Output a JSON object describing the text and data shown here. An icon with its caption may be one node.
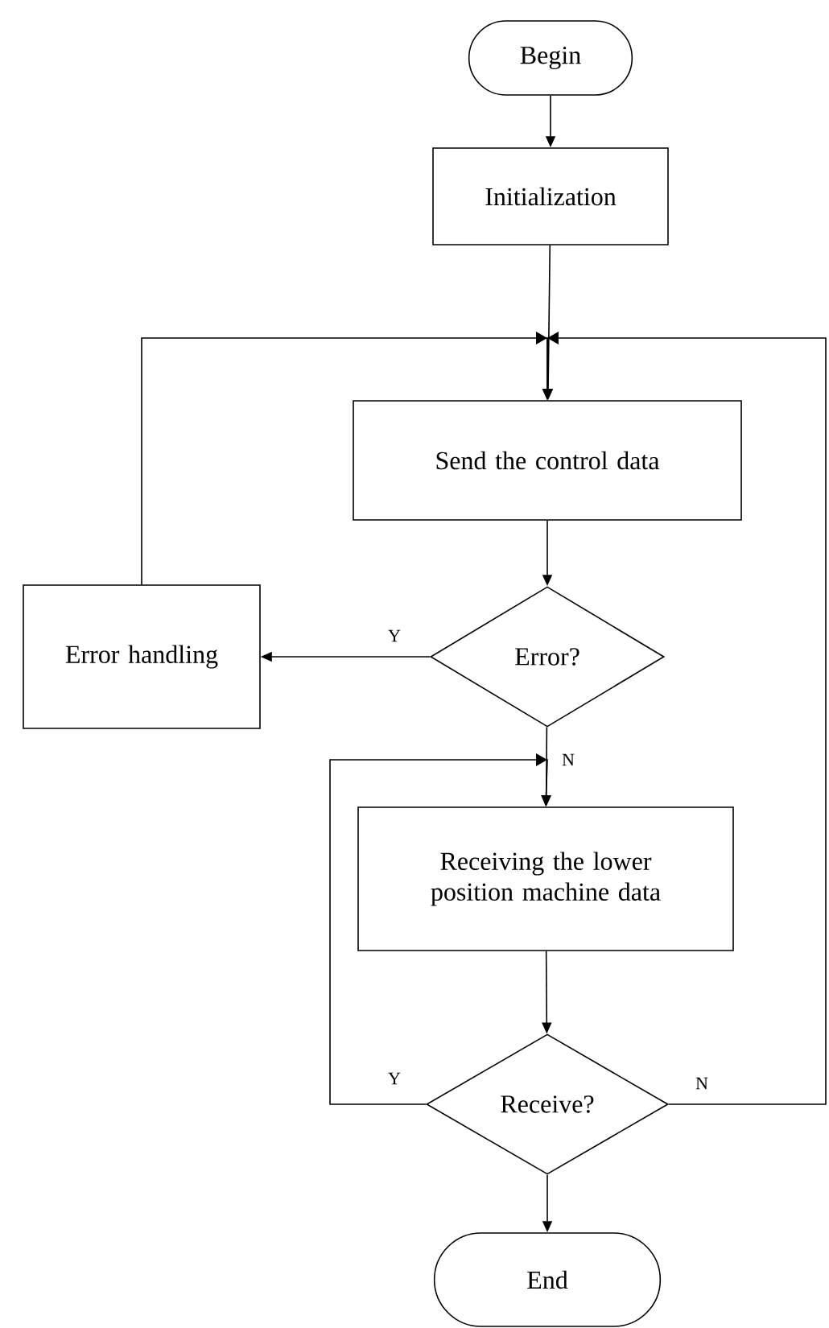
{
  "diagram": {
    "nodes": [
      {
        "text": [
          "Begin"
        ]
      },
      {
        "text": [
          "Initialization"
        ]
      },
      {
        "text": [
          "Send the control data"
        ]
      },
      {
        "text": [
          "Error?"
        ]
      },
      {
        "text": [
          "Error handling"
        ]
      },
      {
        "text": [
          "Receiving the lower position machine data"
        ]
      },
      {
        "text": [
          "Receive?"
        ]
      },
      {
        "text": [
          "End"
        ]
      }
    ],
    "edges": [
      {
        "from": 0,
        "to": 1,
        "arrow": "to"
      },
      {
        "from": 1,
        "to": 2,
        "arrow": "to"
      },
      {
        "from": 2,
        "to": 3,
        "arrow": "to"
      },
      {
        "from": 3,
        "to": 4,
        "arrow": "to",
        "label": "Y"
      },
      {
        "from": 4,
        "to": 2,
        "arrow": "to"
      },
      {
        "from": 3,
        "to": 5,
        "arrow": "to",
        "label": "N"
      },
      {
        "from": 5,
        "to": 6,
        "arrow": "to"
      },
      {
        "from": 6,
        "to": 5,
        "arrow": "to",
        "label": "Y"
      },
      {
        "from": 6,
        "to": 2,
        "arrow": "to",
        "label": "N"
      },
      {
        "from": 6,
        "to": 7,
        "arrow": "to"
      }
    ]
  }
}
